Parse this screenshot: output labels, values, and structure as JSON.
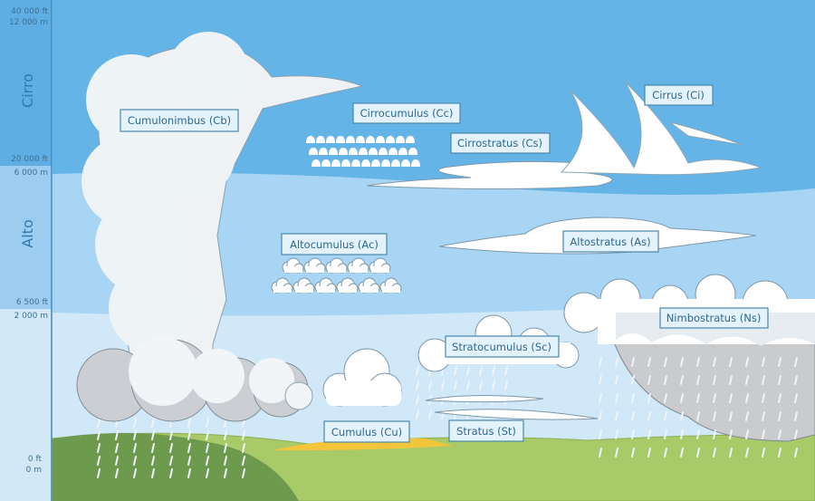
{
  "axis": {
    "top_ft": "40 000 ft",
    "top_m": "12 000 m",
    "high_ft": "20 000 ft",
    "high_m": "6 000 m",
    "mid_ft": "6 500 ft",
    "mid_m": "2 000 m",
    "ground_ft": "0 ft",
    "ground_m": "0 m",
    "zone_high": "Cirro",
    "zone_mid": "Alto"
  },
  "clouds": {
    "cb": "Cumulonimbus (Cb)",
    "cc": "Cirrocumulus (Cc)",
    "cs": "Cirrostratus (Cs)",
    "ci": "Cirrus (Ci)",
    "ac": "Altocumulus (Ac)",
    "as": "Altostratus (As)",
    "ns": "Nimbostratus (Ns)",
    "sc": "Stratocumulus (Sc)",
    "cu": "Cumulus (Cu)",
    "st": "Stratus (St)"
  },
  "colors": {
    "sky_high": "#64b4e8",
    "sky_mid": "#a7d5f3",
    "sky_low": "#d3e9f8",
    "grass": "#a9ca68",
    "hill": "#6e9a4e"
  }
}
